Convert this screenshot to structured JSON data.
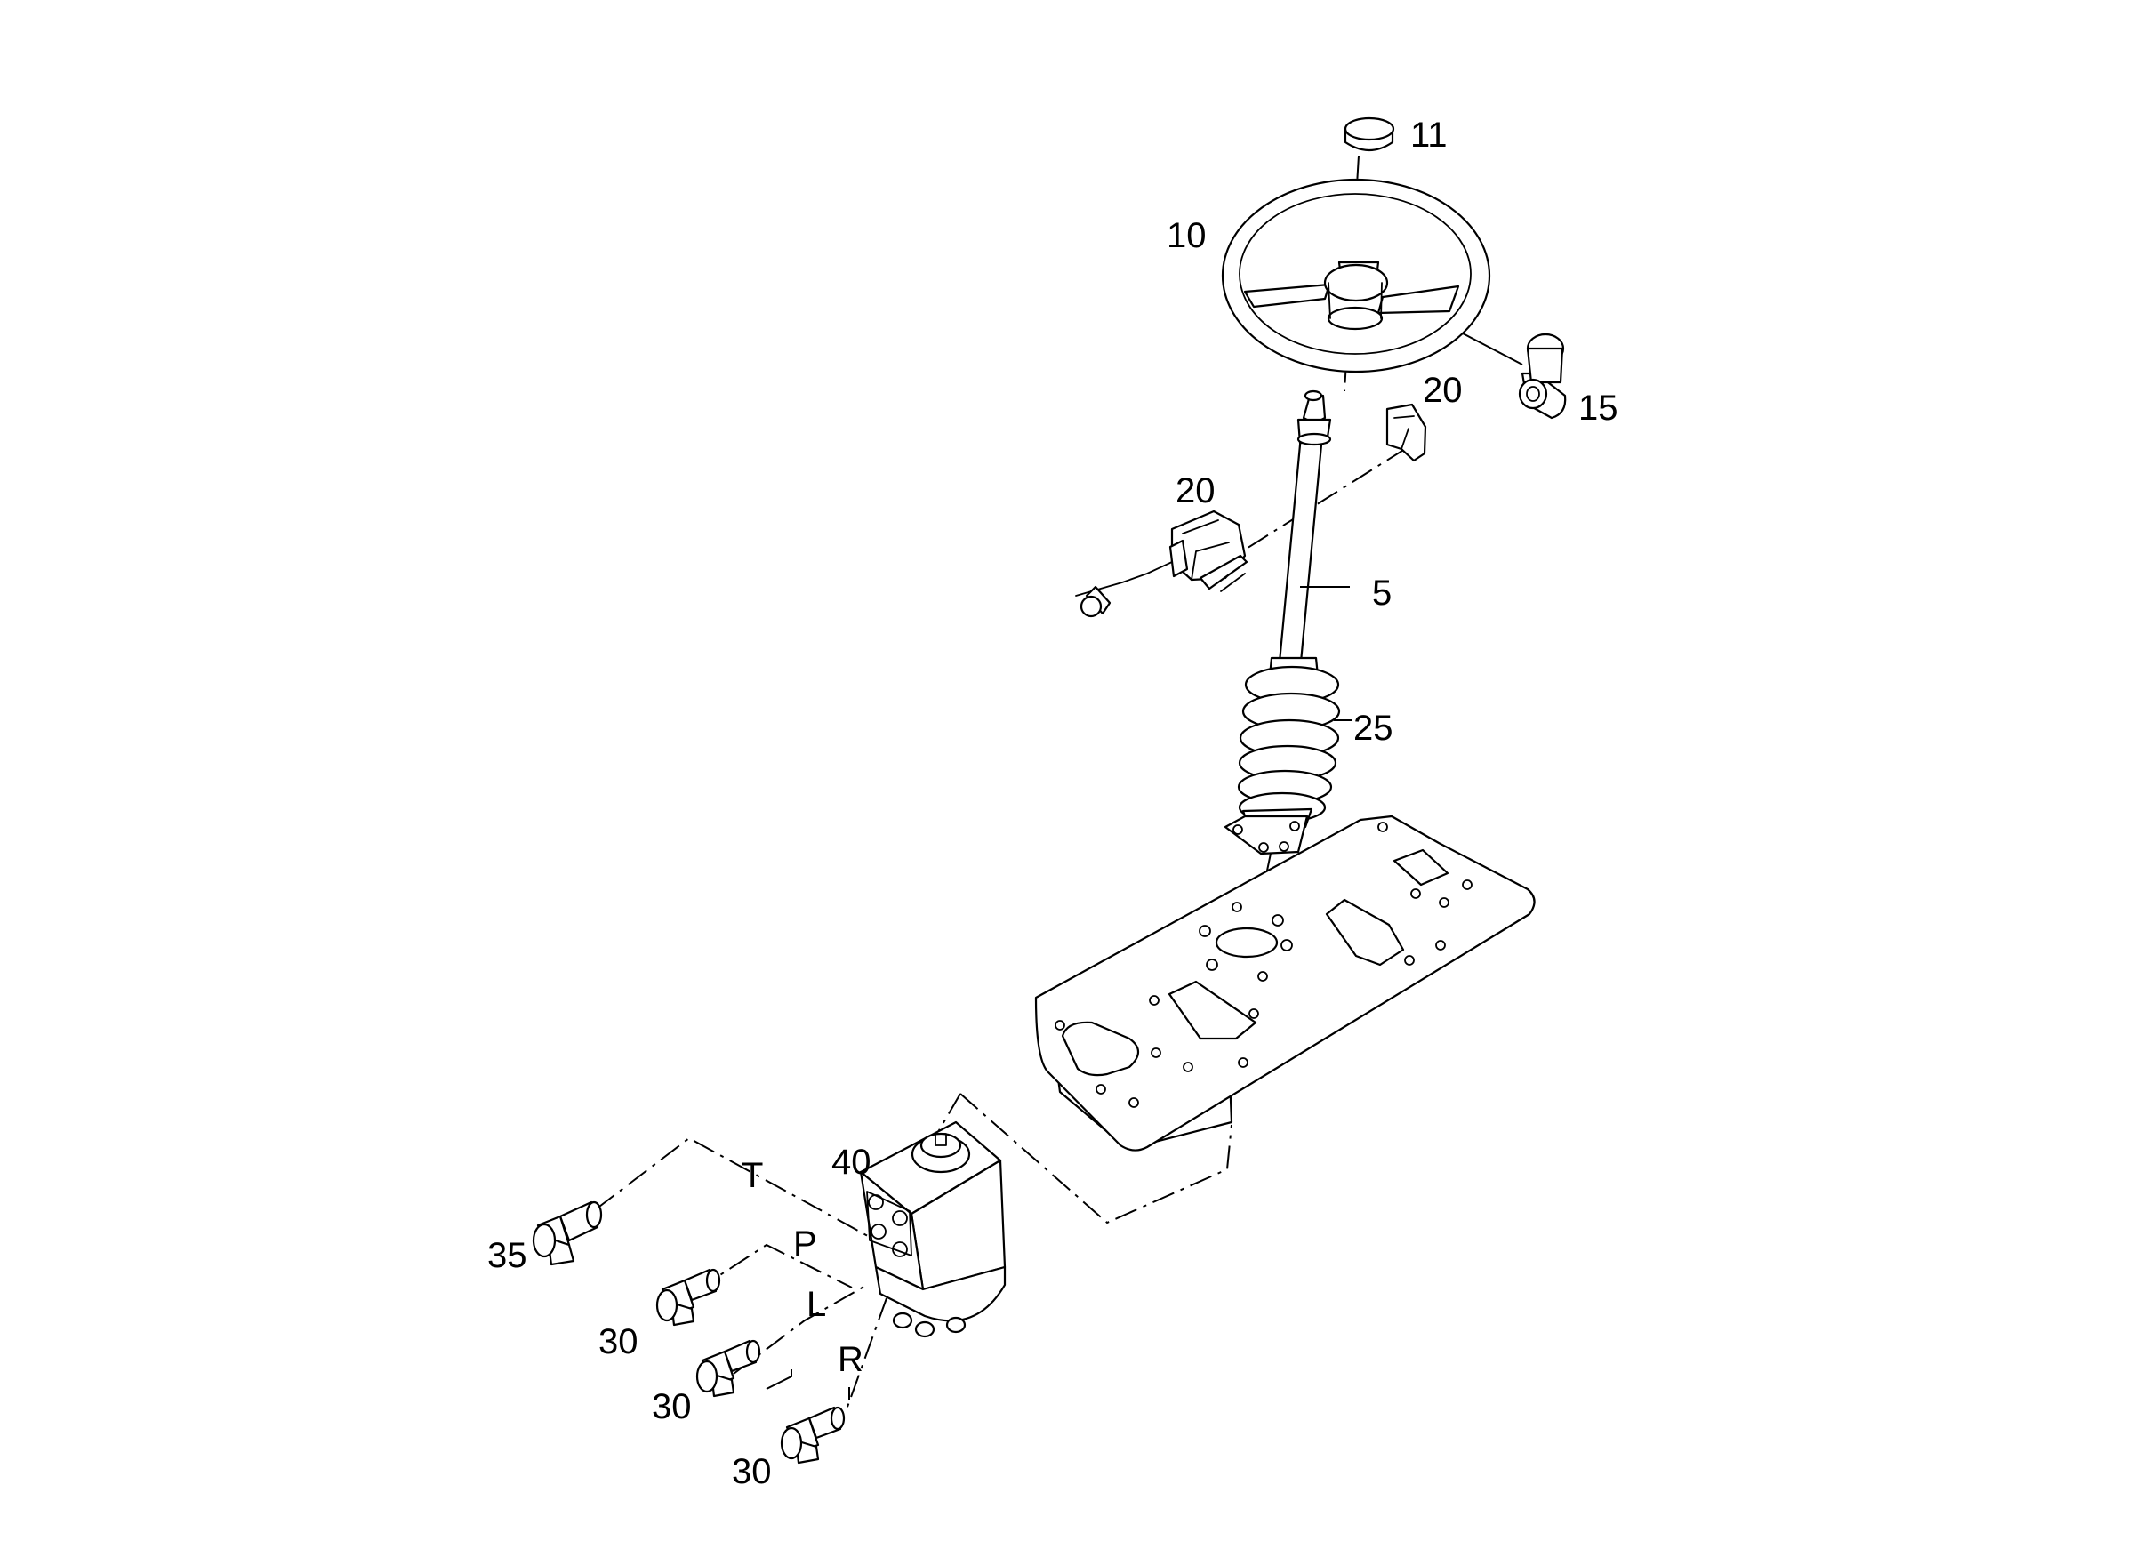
{
  "callouts": {
    "c5": "5",
    "c10": "10",
    "c11": "11",
    "c15": "15",
    "c20a": "20",
    "c20b": "20",
    "c25": "25",
    "c30a": "30",
    "c30b": "30",
    "c30c": "30",
    "c35": "35",
    "c40": "40"
  },
  "ports": {
    "t": "T",
    "p": "P",
    "l": "L",
    "r": "R"
  }
}
